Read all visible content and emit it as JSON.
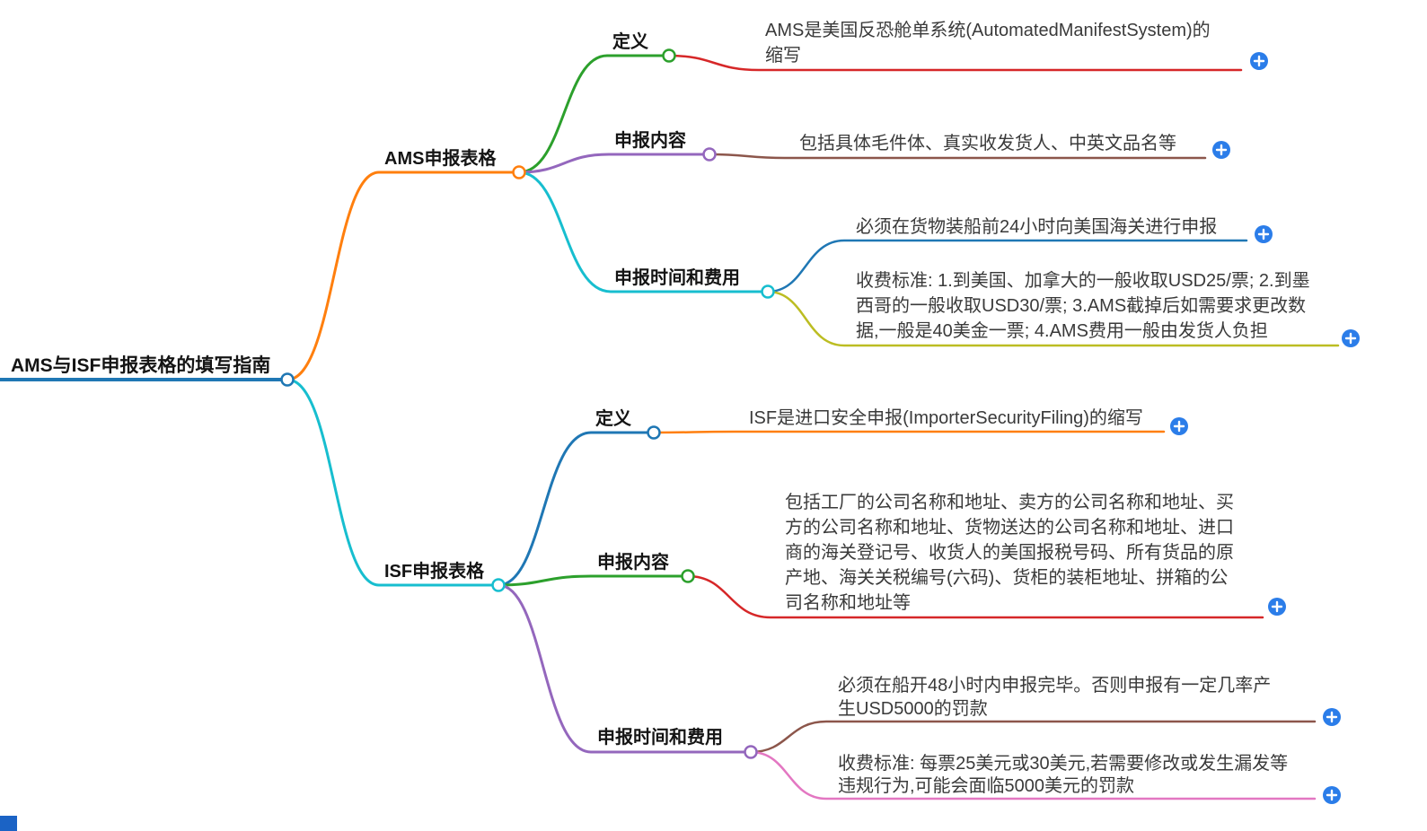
{
  "root": {
    "label": "AMS与ISF申报表格的填写指南",
    "color": "#1f77b4"
  },
  "branches": [
    {
      "label": "AMS申报表格",
      "color": "#ff7f0e",
      "children": [
        {
          "label": "定义",
          "color": "#2ca02c",
          "leaves": [
            {
              "text": "AMS是美国反恐舱单系统(AutomatedManifestSystem)的缩写",
              "color": "#d62728"
            }
          ]
        },
        {
          "label": "申报内容",
          "color": "#9467bd",
          "leaves": [
            {
              "text": "包括具体毛件体、真实收发货人、中英文品名等",
              "color": "#8c564b"
            }
          ]
        },
        {
          "label": "申报时间和费用",
          "color": "#17becf",
          "leaves": [
            {
              "text": "必须在货物装船前24小时向美国海关进行申报",
              "color": "#1f77b4"
            },
            {
              "text": "收费标准: 1.到美国、加拿大的一般收取USD25/票; 2.到墨西哥的一般收取USD30/票; 3.AMS截掉后如需要求更改数据,一般是40美金一票; 4.AMS费用一般由发货人负担",
              "color": "#bcbd22"
            }
          ]
        }
      ]
    },
    {
      "label": "ISF申报表格",
      "color": "#17becf",
      "children": [
        {
          "label": "定义",
          "color": "#1f77b4",
          "leaves": [
            {
              "text": "ISF是进口安全申报(ImporterSecurityFiling)的缩写",
              "color": "#ff7f0e"
            }
          ]
        },
        {
          "label": "申报内容",
          "color": "#2ca02c",
          "leaves": [
            {
              "text": "包括工厂的公司名称和地址、卖方的公司名称和地址、买方的公司名称和地址、货物送达的公司名称和地址、进口商的海关登记号、收货人的美国报税号码、所有货品的原产地、海关关税编号(六码)、货柜的装柜地址、拼箱的公司名称和地址等",
              "color": "#d62728"
            }
          ]
        },
        {
          "label": "申报时间和费用",
          "color": "#9467bd",
          "leaves": [
            {
              "text": "必须在船开48小时内申报完毕。否则申报有一定几率产生USD5000的罚款",
              "color": "#8c564b"
            },
            {
              "text": "收费标准: 每票25美元或30美元,若需要修改或发生漏发等违规行为,可能会面临5000美元的罚款",
              "color": "#e377c2"
            }
          ]
        }
      ]
    }
  ],
  "plus": {
    "glyph": "+",
    "color": "#2b7de9"
  }
}
